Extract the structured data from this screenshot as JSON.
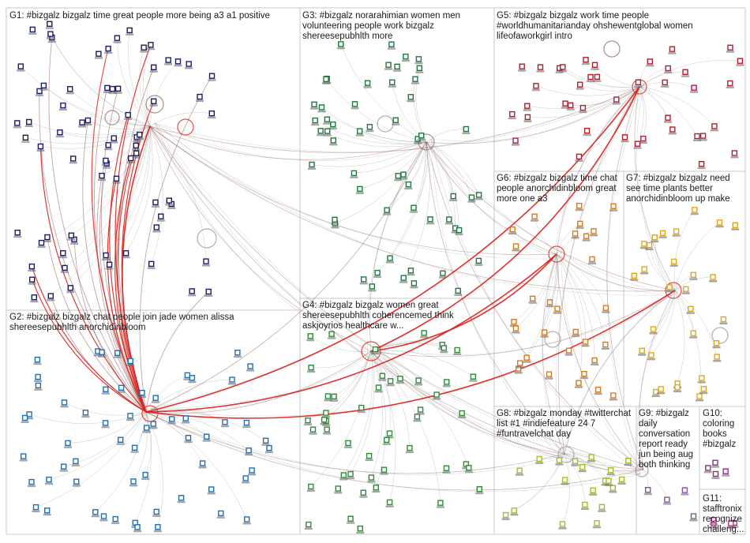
{
  "groups": [
    {
      "id": "G1",
      "label": "G1: #bizgalz bizgalz time great people more being a3 a1 positive",
      "color": "#1b1b6e",
      "node_count": 70
    },
    {
      "id": "G2",
      "label": "G2: #bizgalz bizgalz chat people join jade women alissa\nshereesepubhlth anorchidinbloom",
      "color": "#1f6fb2",
      "node_count": 60
    },
    {
      "id": "G3",
      "label": "G3: #bizgalz norarahimian women men\nvolunteering people work bizgalz\nshereesepubhlth more",
      "color": "#1e7a3a",
      "node_count": 55
    },
    {
      "id": "G4",
      "label": "G4: #bizgalz bizgalz women great\nshereesepubhlth coherencemed think\naskjoyrios healthcare w...",
      "color": "#2f8a3a",
      "node_count": 50
    },
    {
      "id": "G5",
      "label": "G5: #bizgalz bizgalz work time people\n#worldhumanitarianday ohshewentglobal women\nlifeofaworkgirl intro",
      "color": "#b51c2a",
      "node_count": 40
    },
    {
      "id": "G6",
      "label": "G6: #bizgalz bizgalz time chat\npeople anorchidinbloom great\nmore one a3",
      "color": "#d77a1e",
      "node_count": 30
    },
    {
      "id": "G7",
      "label": "G7: #bizgalz bizgalz need\nsee time plants better\nanorchidinbloom up make",
      "color": "#e0a81a",
      "node_count": 30
    },
    {
      "id": "G8",
      "label": "G8: #bizgalz monday #twitterchat\nlist #1 #indiefeature 24 7\n#funtravelchat day",
      "color": "#9fbf2a",
      "node_count": 20
    },
    {
      "id": "G9",
      "label": "G9: #bizgalz\ndaily\nconversation\nreport ready\njun being aug\nboth thinking",
      "color": "#8a4fa3",
      "node_count": 4
    },
    {
      "id": "G10",
      "label": "G10:\ncoloring\nbooks\n#bizgalz",
      "color": "#8a2f8a",
      "node_count": 4
    },
    {
      "id": "G11",
      "label": "G11:\nstafftronix\nrecognize\nchalleng...",
      "color": "#c02f8a",
      "node_count": 4
    }
  ],
  "colors": {
    "edge": "#8a8a8a",
    "edge_strong": "#7a3a3a",
    "edge_highlight": "#e0201a",
    "box_border": "#c8c8c8",
    "background": "#ffffff"
  }
}
